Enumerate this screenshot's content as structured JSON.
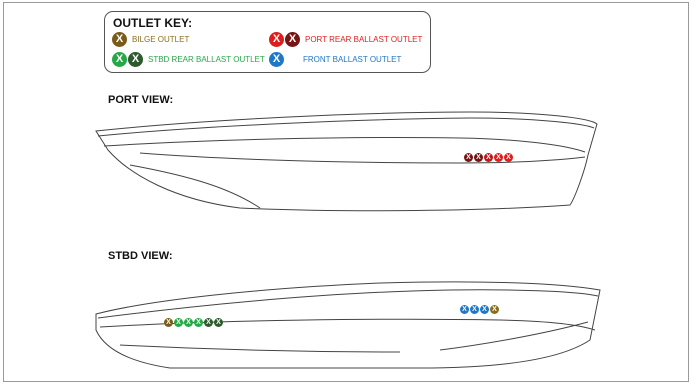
{
  "key": {
    "title": "OUTLET KEY:",
    "items": [
      {
        "label": "BILGE OUTLET",
        "label_color": "#8b6e1a",
        "dot_colors": [
          "#7a5c1a"
        ]
      },
      {
        "label": "STBD REAR BALLAST OUTLET",
        "label_color": "#2aa84a",
        "dot_colors": [
          "#27a848",
          "#2e5a2e"
        ]
      },
      {
        "label": "PORT REAR BALLAST OUTLET",
        "label_color": "#e02020",
        "dot_colors": [
          "#e01c1c",
          "#7a1414"
        ]
      },
      {
        "label": "FRONT BALLAST OUTLET",
        "label_color": "#1e78c8",
        "dot_colors": [
          "#1e78c8"
        ]
      }
    ]
  },
  "glyph": "X",
  "port_view": {
    "label": "PORT VIEW:",
    "outlet_colors": [
      "#7a1414",
      "#7a1414",
      "#c01818",
      "#e01c1c",
      "#e01c1c"
    ]
  },
  "stbd_view": {
    "label": "STBD VIEW:",
    "aft_outlet_colors": [
      "#7a5c1a",
      "#27a848",
      "#27a848",
      "#27a848",
      "#2e5a2e",
      "#2e5a2e"
    ],
    "front_outlet_colors": [
      "#1e78c8",
      "#1e78c8",
      "#1e78c8",
      "#8a6e18"
    ]
  }
}
